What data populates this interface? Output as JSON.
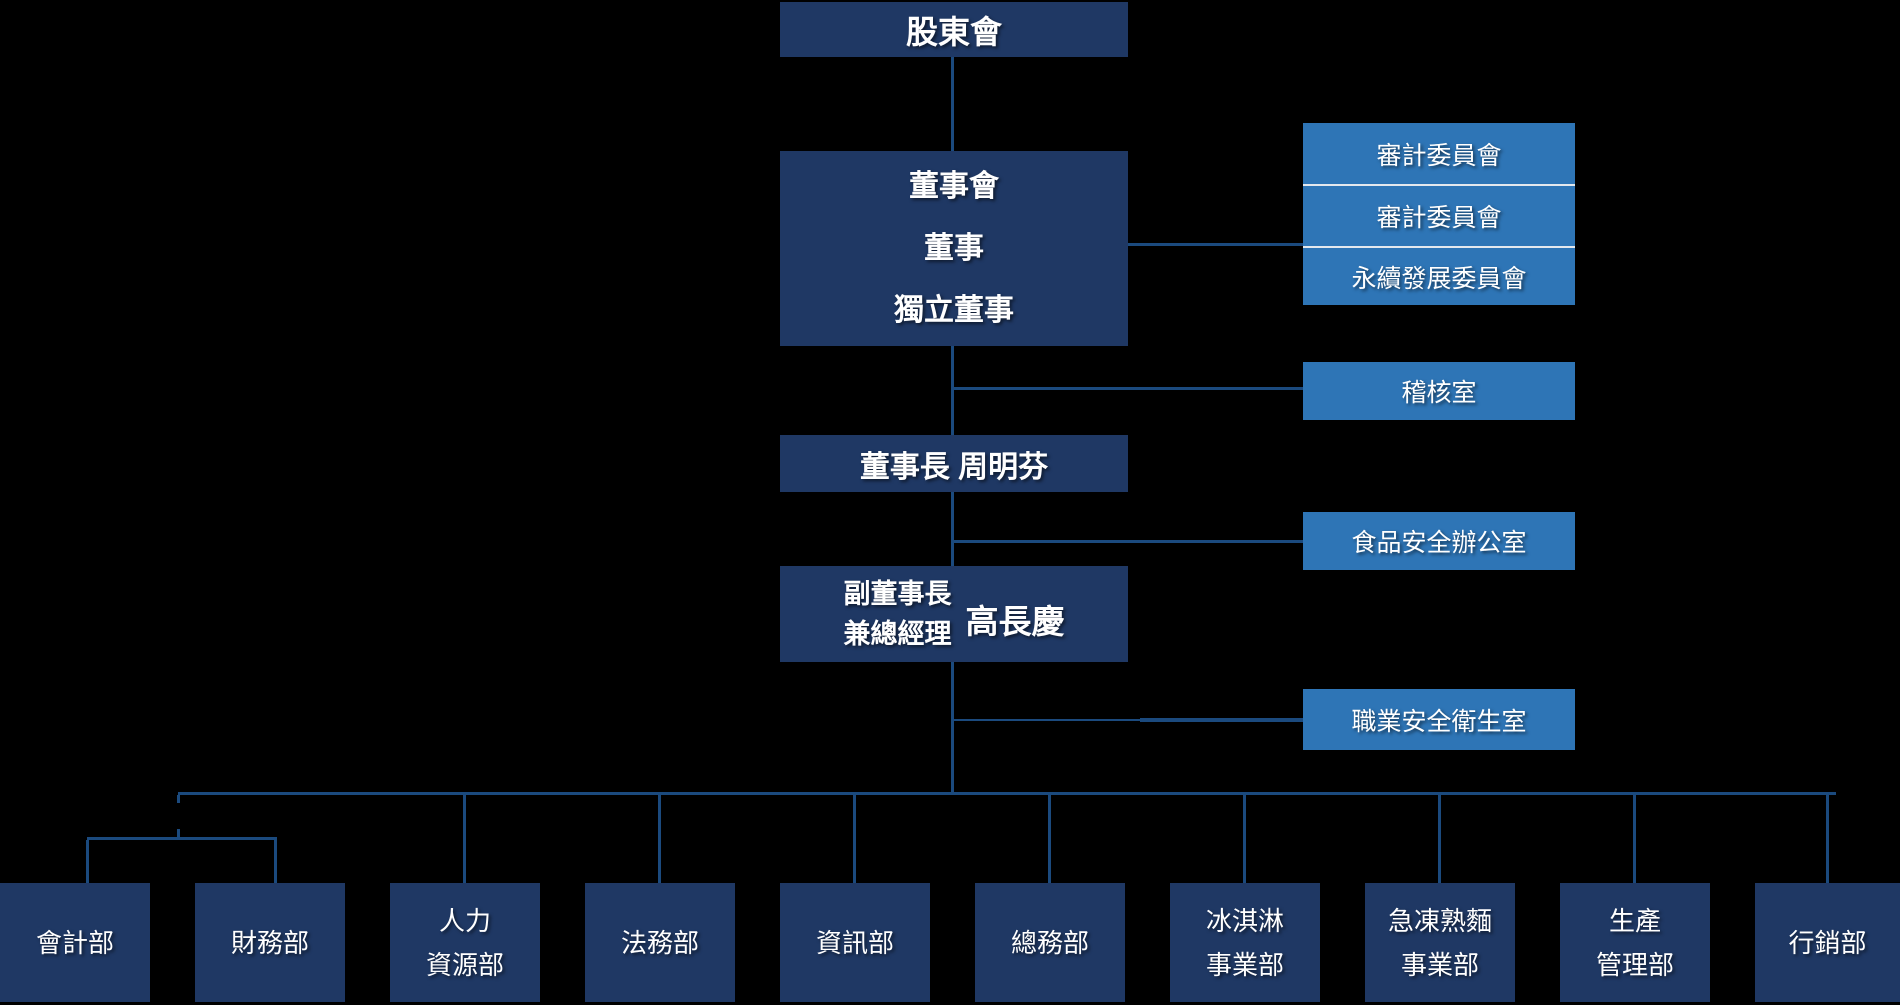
{
  "colors": {
    "background": "#000000",
    "dark_box": "#1F3864",
    "light_box": "#2E75B6",
    "connector_line": "#1B4A7E",
    "text": "#FFFFFF"
  },
  "org": {
    "shareholders": {
      "label": "股東會"
    },
    "board": {
      "lines": [
        "董事會",
        "董事",
        "獨立董事"
      ]
    },
    "committees": [
      {
        "label": "審計委員會"
      },
      {
        "label": "審計委員會"
      },
      {
        "label": "永續發展委員會"
      }
    ],
    "audit_office": {
      "label": "稽核室"
    },
    "chairman": {
      "label": "董事長 周明芬"
    },
    "food_safety_office": {
      "label": "食品安全辦公室"
    },
    "vice_chairman": {
      "title_lines": [
        "副董事長",
        "兼總經理"
      ],
      "name": "高長慶"
    },
    "occupational_safety_office": {
      "label": "職業安全衛生室"
    },
    "departments": [
      {
        "label": "會計部",
        "lines": [
          "會計部"
        ]
      },
      {
        "label": "財務部",
        "lines": [
          "財務部"
        ]
      },
      {
        "label": "人力資源部",
        "lines": [
          "人力",
          "資源部"
        ]
      },
      {
        "label": "法務部",
        "lines": [
          "法務部"
        ]
      },
      {
        "label": "資訊部",
        "lines": [
          "資訊部"
        ]
      },
      {
        "label": "總務部",
        "lines": [
          "總務部"
        ]
      },
      {
        "label": "冰淇淋事業部",
        "lines": [
          "冰淇淋",
          "事業部"
        ]
      },
      {
        "label": "急凍熟麵事業部",
        "lines": [
          "急凍熟麵",
          "事業部"
        ]
      },
      {
        "label": "生產管理部",
        "lines": [
          "生產",
          "管理部"
        ]
      },
      {
        "label": "行銷部",
        "lines": [
          "行銷部"
        ]
      }
    ]
  }
}
